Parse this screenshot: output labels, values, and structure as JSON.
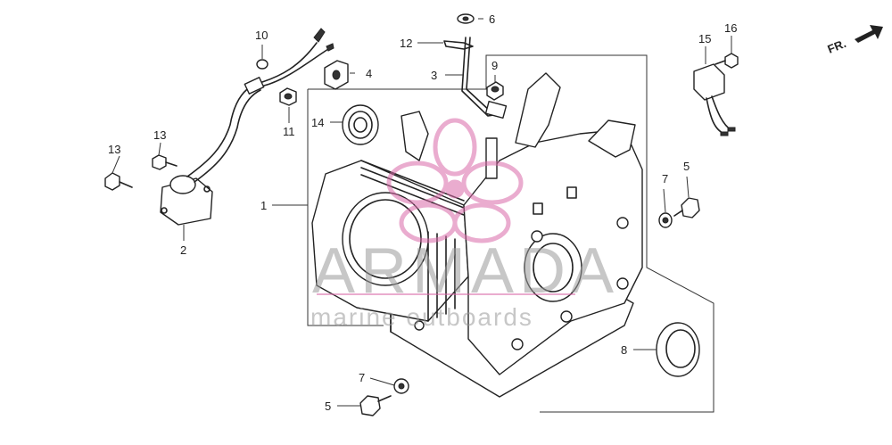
{
  "diagram": {
    "callouts": {
      "c1": "1",
      "c2": "2",
      "c3": "3",
      "c4": "4",
      "c5a": "5",
      "c5b": "5",
      "c6": "6",
      "c7a": "7",
      "c7b": "7",
      "c8": "8",
      "c9": "9",
      "c10": "10",
      "c11": "11",
      "c12": "12",
      "c13a": "13",
      "c13b": "13",
      "c14": "14",
      "c15": "15",
      "c16": "16"
    },
    "direction_indicator": "FR.",
    "watermark": {
      "brand": "ARMADA",
      "tagline": "marine outboards",
      "color": "#d96aa8"
    }
  }
}
